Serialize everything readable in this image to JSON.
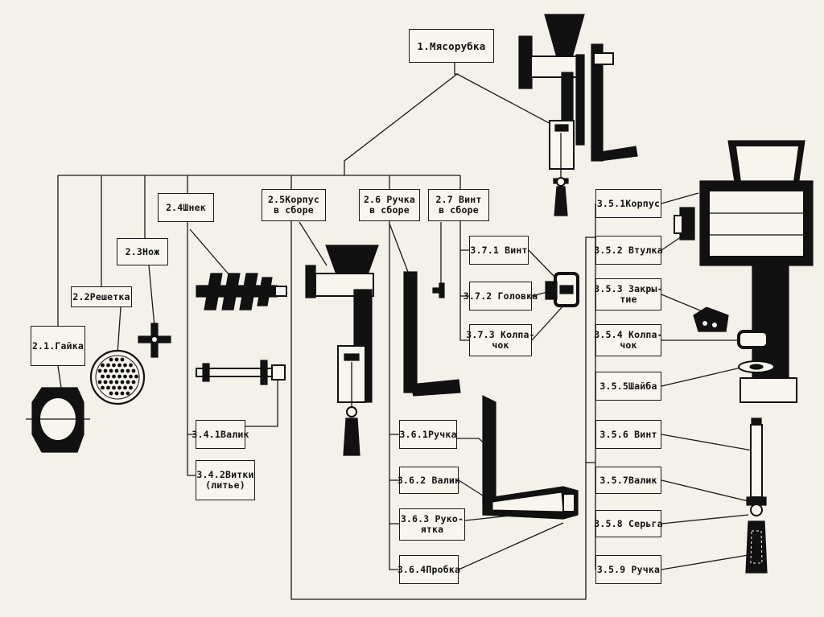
{
  "root": {
    "l1": "1.Мясорубка"
  },
  "parts": {
    "p21": {
      "l1": "2.1.Гайка"
    },
    "p22": {
      "l1": "2.2Решетка"
    },
    "p23": {
      "l1": "2.3Нож"
    },
    "p24": {
      "l1": "2.4Шнек"
    },
    "p25": {
      "l1": "2.5Корпус",
      "l2": "в сборе"
    },
    "p26": {
      "l1": "2.6 Ручка",
      "l2": "в сборе"
    },
    "p27": {
      "l1": "2.7 Винт",
      "l2": "в сборе"
    }
  },
  "shnek": {
    "p341": {
      "l1": "3.4.1Валик"
    },
    "p342": {
      "l1": "3.4.2Витки",
      "l2": "(литье)"
    }
  },
  "handle": {
    "p361": {
      "l1": "3.6.1Ручка"
    },
    "p362": {
      "l1": "3.6.2 Валик"
    },
    "p363": {
      "l1": "3.6.3 Руко-",
      "l2": "ятка"
    },
    "p364": {
      "l1": "3.6.4Пробка"
    }
  },
  "screw": {
    "p371": {
      "l1": "3.7.1 Винт"
    },
    "p372": {
      "l1": "3.7.2 Головка"
    },
    "p373": {
      "l1": "3.7.3 Колпа-",
      "l2": "чок"
    }
  },
  "body": {
    "p351": {
      "l1": "3.5.1Корпус"
    },
    "p352": {
      "l1": "3.5.2 Втулка"
    },
    "p353": {
      "l1": "3.5.3 Закры-",
      "l2": "тие"
    },
    "p354": {
      "l1": "3.5.4 Колпа-",
      "l2": "чок"
    },
    "p355": {
      "l1": "3.5.5Шайба"
    },
    "p356": {
      "l1": "3.5.6 Винт"
    },
    "p357": {
      "l1": "3.5.7Валик"
    },
    "p358": {
      "l1": "3.5.8 Серьга"
    },
    "p359": {
      "l1": "3.5.9 Ручка"
    }
  }
}
